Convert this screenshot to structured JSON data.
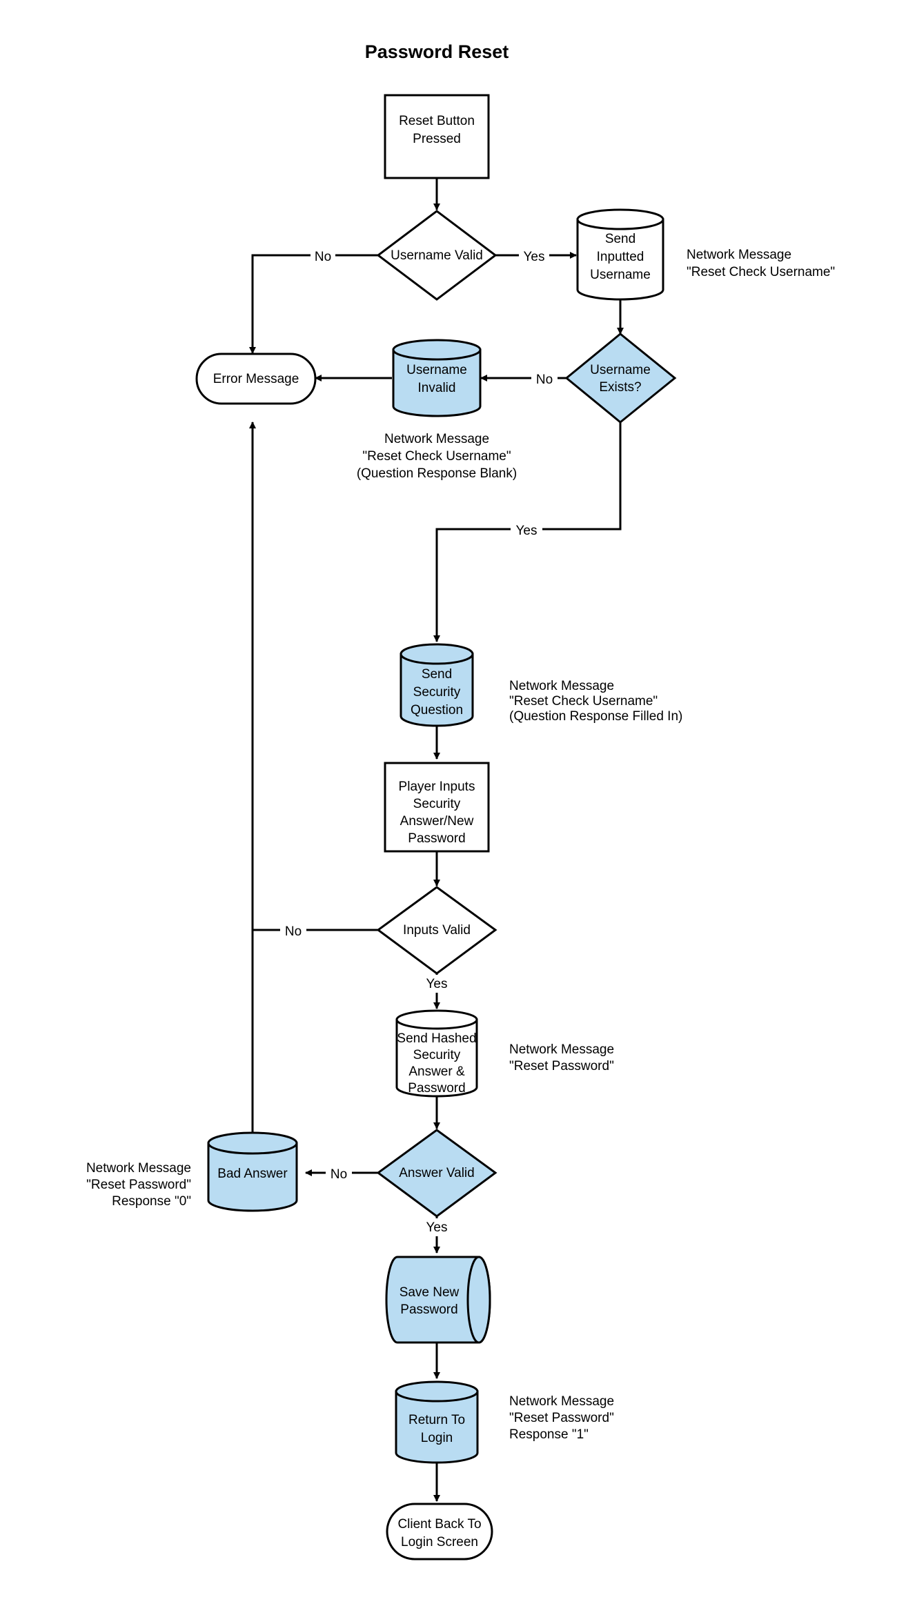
{
  "title": "Password Reset",
  "colors": {
    "fill_blue": "#b9dcf2",
    "fill_white": "#ffffff",
    "stroke": "#000000",
    "background": "#ffffff"
  },
  "chart_data": {
    "type": "diagram",
    "title": "Password Reset",
    "diagram_kind": "flowchart",
    "nodes": [
      {
        "id": "reset_button_pressed",
        "shape": "process",
        "fill": "#ffffff",
        "text": "Reset Button\nPressed"
      },
      {
        "id": "username_valid",
        "shape": "decision",
        "fill": "#ffffff",
        "text": "Username Valid"
      },
      {
        "id": "send_inputted_username",
        "shape": "cylinder",
        "fill": "#ffffff",
        "text": "Send\nInputted\nUsername"
      },
      {
        "id": "username_exists",
        "shape": "decision",
        "fill": "#b9dcf2",
        "text": "Username\nExists?"
      },
      {
        "id": "username_invalid",
        "shape": "cylinder",
        "fill": "#b9dcf2",
        "text": "Username\nInvalid"
      },
      {
        "id": "error_message",
        "shape": "terminator",
        "fill": "#ffffff",
        "text": "Error Message"
      },
      {
        "id": "send_security_question",
        "shape": "cylinder",
        "fill": "#b9dcf2",
        "text": "Send\nSecurity\nQuestion"
      },
      {
        "id": "player_inputs",
        "shape": "process",
        "fill": "#ffffff",
        "text": "Player Inputs\nSecurity\nAnswer/New\nPassword"
      },
      {
        "id": "inputs_valid",
        "shape": "decision",
        "fill": "#ffffff",
        "text": "Inputs Valid"
      },
      {
        "id": "send_hashed",
        "shape": "cylinder",
        "fill": "#ffffff",
        "text": "Send Hashed\nSecurity\nAnswer &\nPassword"
      },
      {
        "id": "answer_valid",
        "shape": "decision",
        "fill": "#b9dcf2",
        "text": "Answer Valid"
      },
      {
        "id": "bad_answer",
        "shape": "cylinder",
        "fill": "#b9dcf2",
        "text": "Bad Answer"
      },
      {
        "id": "save_new_password",
        "shape": "cylinder-horizontal",
        "fill": "#b9dcf2",
        "text": "Save New\nPassword"
      },
      {
        "id": "return_to_login",
        "shape": "cylinder",
        "fill": "#b9dcf2",
        "text": "Return To\nLogin"
      },
      {
        "id": "client_back_to_login",
        "shape": "terminator",
        "fill": "#ffffff",
        "text": "Client Back To\nLogin Screen"
      }
    ],
    "edges": [
      {
        "from": "reset_button_pressed",
        "to": "username_valid",
        "label": ""
      },
      {
        "from": "username_valid",
        "to": "error_message",
        "label": "No"
      },
      {
        "from": "username_valid",
        "to": "send_inputted_username",
        "label": "Yes"
      },
      {
        "from": "send_inputted_username",
        "to": "username_exists",
        "label": ""
      },
      {
        "from": "username_exists",
        "to": "username_invalid",
        "label": "No"
      },
      {
        "from": "username_invalid",
        "to": "error_message",
        "label": ""
      },
      {
        "from": "username_exists",
        "to": "send_security_question",
        "label": "Yes"
      },
      {
        "from": "send_security_question",
        "to": "player_inputs",
        "label": ""
      },
      {
        "from": "player_inputs",
        "to": "inputs_valid",
        "label": ""
      },
      {
        "from": "inputs_valid",
        "to": "error_message",
        "label": "No"
      },
      {
        "from": "inputs_valid",
        "to": "send_hashed",
        "label": "Yes"
      },
      {
        "from": "send_hashed",
        "to": "answer_valid",
        "label": ""
      },
      {
        "from": "answer_valid",
        "to": "bad_answer",
        "label": "No"
      },
      {
        "from": "bad_answer",
        "to": "error_message",
        "label": ""
      },
      {
        "from": "answer_valid",
        "to": "save_new_password",
        "label": "Yes"
      },
      {
        "from": "save_new_password",
        "to": "return_to_login",
        "label": ""
      },
      {
        "from": "return_to_login",
        "to": "client_back_to_login",
        "label": ""
      }
    ],
    "annotations": [
      {
        "id": "note_send_inputted",
        "align": "left",
        "lines": [
          "Network Message",
          "\"Reset Check Username\""
        ]
      },
      {
        "id": "note_username_invalid",
        "align": "center",
        "lines": [
          "Network Message",
          "\"Reset Check Username\"",
          "(Question Response Blank)"
        ]
      },
      {
        "id": "note_send_security_question",
        "align": "left",
        "lines": [
          "Network Message",
          "\"Reset Check Username\"",
          "(Question Response Filled In)"
        ]
      },
      {
        "id": "note_send_hashed",
        "align": "left",
        "lines": [
          "Network Message",
          "\"Reset Password\""
        ]
      },
      {
        "id": "note_bad_answer",
        "align": "right",
        "lines": [
          "Network Message",
          "\"Reset Password\"",
          "Response \"0\""
        ]
      },
      {
        "id": "note_return_to_login",
        "align": "left",
        "lines": [
          "Network Message",
          "\"Reset Password\"",
          "Response \"1\""
        ]
      }
    ]
  },
  "nodes": {
    "reset_button_pressed": {
      "line1": "Reset Button",
      "line2": "Pressed"
    },
    "username_valid": {
      "line1": "Username Valid"
    },
    "send_inputted_username": {
      "line1": "Send",
      "line2": "Inputted",
      "line3": "Username"
    },
    "username_exists": {
      "line1": "Username",
      "line2": "Exists?"
    },
    "username_invalid": {
      "line1": "Username",
      "line2": "Invalid"
    },
    "error_message": {
      "line1": "Error Message"
    },
    "send_security_question": {
      "line1": "Send",
      "line2": "Security",
      "line3": "Question"
    },
    "player_inputs": {
      "line1": "Player Inputs",
      "line2": "Security",
      "line3": "Answer/New",
      "line4": "Password"
    },
    "inputs_valid": {
      "line1": "Inputs Valid"
    },
    "send_hashed": {
      "line1": "Send Hashed",
      "line2": "Security",
      "line3": "Answer &",
      "line4": "Password"
    },
    "answer_valid": {
      "line1": "Answer Valid"
    },
    "bad_answer": {
      "line1": "Bad Answer"
    },
    "save_new_password": {
      "line1": "Save New",
      "line2": "Password"
    },
    "return_to_login": {
      "line1": "Return To",
      "line2": "Login"
    },
    "client_back_to_login": {
      "line1": "Client Back To",
      "line2": "Login Screen"
    }
  },
  "edge_labels": {
    "username_valid_no": "No",
    "username_valid_yes": "Yes",
    "username_exists_no": "No",
    "username_exists_yes": "Yes",
    "inputs_valid_no": "No",
    "inputs_valid_yes": "Yes",
    "answer_valid_no": "No",
    "answer_valid_yes": "Yes"
  },
  "annotations": {
    "note_send_inputted": {
      "line1": "Network Message",
      "line2": "\"Reset Check Username\""
    },
    "note_username_invalid": {
      "line1": "Network Message",
      "line2": "\"Reset Check Username\"",
      "line3": "(Question Response Blank)"
    },
    "note_send_security_question": {
      "line1": "Network Message",
      "line2": "\"Reset Check Username\"",
      "line3": "(Question Response Filled In)"
    },
    "note_send_hashed": {
      "line1": "Network Message",
      "line2": "\"Reset Password\""
    },
    "note_bad_answer": {
      "line1": "Network Message",
      "line2": "\"Reset Password\"",
      "line3": "Response \"0\""
    },
    "note_return_to_login": {
      "line1": "Network Message",
      "line2": "\"Reset Password\"",
      "line3": "Response \"1\""
    }
  }
}
